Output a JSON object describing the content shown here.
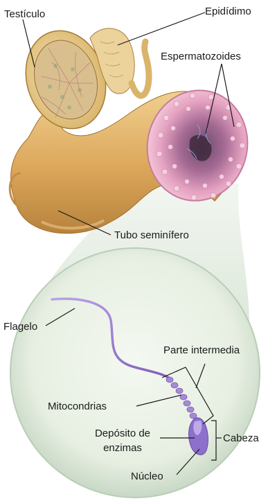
{
  "labels": {
    "testiculo": "Testículo",
    "epididimo": "Epidídimo",
    "espermatozoides": "Espermatozoides",
    "tubo_seminifero": "Tubo seminífero",
    "flagelo": "Flagelo",
    "parte_intermedia": "Parte intermedia",
    "mitocondrias": "Mitocondrias",
    "deposito_line1": "Depósito de",
    "deposito_line2": "enzimas",
    "cabeza": "Cabeza",
    "nucleo": "Núcleo"
  },
  "colors": {
    "tubule": "#e2b46a",
    "tubule_dark": "#b98236",
    "testis": "#e7cc8c",
    "pink_interior": "#e8a7c0",
    "magnify_circle": "#e9f0e4",
    "sperm": "#9a7fcc",
    "lines": "#1a1a1a"
  }
}
